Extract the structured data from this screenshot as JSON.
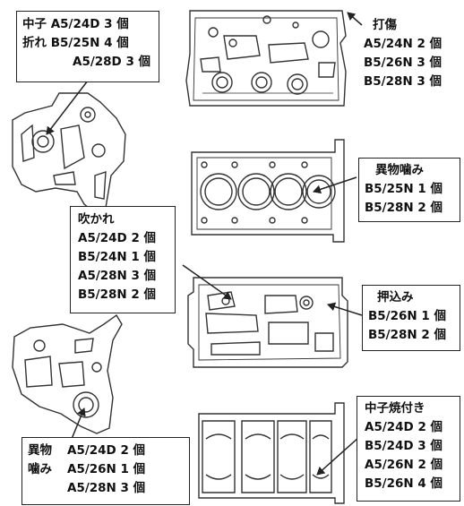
{
  "defect_boxes": [
    {
      "id": "nakago-ore",
      "lines": [
        "中子 A5/24D 3 個",
        "折れ B5/25N 4 個",
        "A5/28D 3 個"
      ]
    },
    {
      "id": "dashou",
      "title": "打傷",
      "lines": [
        "A5/24N 2 個",
        "B5/26N 3 個",
        "B5/28N 3 個"
      ]
    },
    {
      "id": "ibutsu-kami-1",
      "title": "異物噛み",
      "lines": [
        "B5/25N 1 個",
        "B5/28N 2 個"
      ]
    },
    {
      "id": "fukare",
      "title": "吹かれ",
      "lines": [
        "A5/24D 2 個",
        "B5/24N 1 個",
        "A5/28N 3 個",
        "B5/28N 2 個"
      ]
    },
    {
      "id": "oshikomi",
      "title": "押込み",
      "lines": [
        "B5/26N 1 個",
        "B5/28N 2 個"
      ]
    },
    {
      "id": "ibutsu-kami-2",
      "label_top": "異物",
      "label_bottom": "噛み",
      "lines": [
        "A5/24D 2 個",
        "A5/26N 1 個",
        "A5/28N 3 個"
      ]
    },
    {
      "id": "nakago-yakitsuki",
      "title": "中子焼付き",
      "lines": [
        "A5/24D 2 個",
        "B5/24D 3 個",
        "A5/26N 2 個",
        "B5/26N 4 個"
      ]
    }
  ]
}
